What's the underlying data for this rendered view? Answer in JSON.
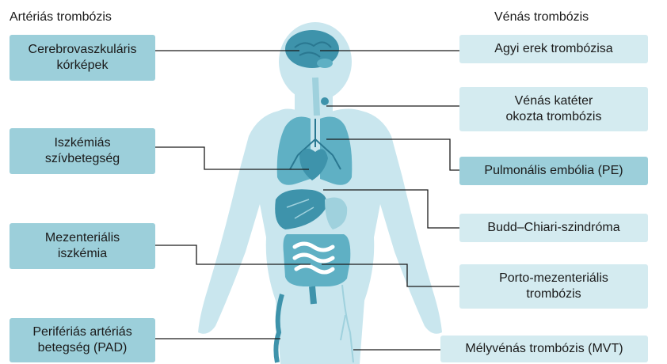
{
  "headings": {
    "arterial": "Artériás trombózis",
    "venous": "Vénás trombózis"
  },
  "arterial_labels": [
    "Cerebrovaszkuláris\nkórképek",
    "Iszkémiás\nszívbetegség",
    "Mezenteriális\niszkémia",
    "Perifériás artériás\nbetegség (PAD)"
  ],
  "venous_labels": [
    "Agyi erek trombózisa",
    "Vénás katéter\nokozta trombózis",
    "Pulmonális embólia (PE)",
    "Budd–Chiari-szindróma",
    "Porto-mezenteriális\ntrombózis",
    "Mélyvénás trombózis (MVT)"
  ],
  "colors": {
    "body_silhouette": "#c9e6ee",
    "organ_dark": "#3e93ab",
    "organ_mid": "#5fb0c4",
    "organ_light": "#9fd1dd",
    "box_dark": "#9ccfda",
    "box_light": "#d4ebf0",
    "connector": "#1a1a1a"
  }
}
